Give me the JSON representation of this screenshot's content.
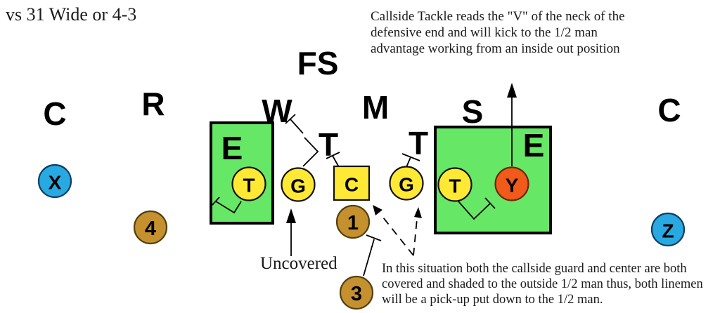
{
  "title": "vs 31 Wide or 4-3",
  "annotations": {
    "callside_note_line1": "Callside Tackle reads the \"V\" of the neck of the",
    "callside_note_line2": "defensive end and will kick to the 1/2 man",
    "callside_note_line3": "advantage working from an inside out position",
    "uncovered_label": "Uncovered",
    "situation_note_line1": "In this situation both the callside guard and center are both",
    "situation_note_line2": "covered and shaded to the outside 1/2 man thus, both linemen",
    "situation_note_line3": "will be a pick-up put down to the 1/2 man."
  },
  "defense": {
    "free_safety": "FS",
    "left_corner": "C",
    "rover": "R",
    "will": "W",
    "mike": "M",
    "sam": "S",
    "right_corner": "C",
    "left_end": "E",
    "left_tackle": "T",
    "right_tackle": "T",
    "right_end": "E"
  },
  "offense": {
    "left_tackle": "T",
    "left_guard": "G",
    "center": "C",
    "right_guard": "G",
    "right_tackle": "T",
    "y_tight_end": "Y",
    "x_receiver": "X",
    "z_receiver": "Z",
    "back_4": "4",
    "back_1": "1",
    "back_3": "3"
  },
  "colors": {
    "zone_green": "#66E866",
    "oline_yellow": "#FFE935",
    "back_gold": "#C5912F",
    "receiver_blue": "#29A9E1",
    "tight_end_orange": "#F05A1A"
  }
}
